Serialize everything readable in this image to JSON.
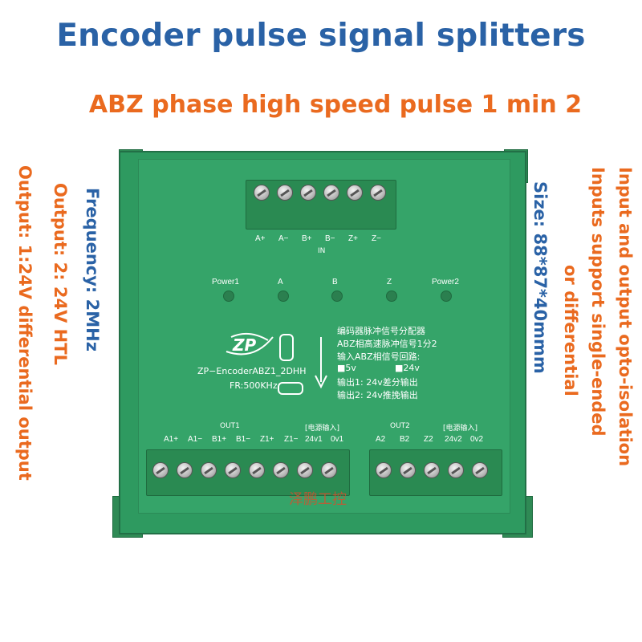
{
  "heading": {
    "title": "Encoder pulse signal splitters",
    "subtitle": "ABZ phase high speed pulse 1 min 2"
  },
  "left_specs": [
    "Output: 1:24V differential output",
    "Output: 2: 24V HTL",
    "Frequency: 2MHz"
  ],
  "right_specs": {
    "size": "Size: 88*87*40mmm",
    "input_line1": "Input and output opto-isolation",
    "input_line2": "Inputs support single-ended",
    "input_line3": "or differential"
  },
  "board": {
    "input_pins": [
      "A+",
      "A−",
      "B+",
      "B−",
      "Z+",
      "Z−"
    ],
    "input_tag": "IN",
    "leds": [
      "Power1",
      "A",
      "B",
      "Z",
      "Power2"
    ],
    "logo": "ZP",
    "model": "ZP−EncoderABZ1_2DHH",
    "freq": "FR:500KHz",
    "silk_cn": [
      "编码器脉冲信号分配器",
      "ABZ相高速脉冲信号1分2",
      "输入ABZ相信号回路:"
    ],
    "opt_5v": "■5v",
    "opt_24v": "■24v",
    "out_desc": [
      "输出1: 24v差分输出",
      "输出2: 24v推挽输出"
    ],
    "out1_tag": "OUT1",
    "out1_power": "[电源输入]",
    "out1_pins": [
      "A1+",
      "A1−",
      "B1+",
      "B1−",
      "Z1+",
      "Z1−",
      "24v1",
      "0v1"
    ],
    "out2_tag": "OUT2",
    "out2_power": "[电源输入]",
    "out2_pins": [
      "A2",
      "B2",
      "Z2",
      "24v2",
      "0v2"
    ],
    "watermark": "泽鹏工控"
  },
  "colors": {
    "title": "#2a62a6",
    "accent": "#ea6a1f",
    "pcb": "#2e9a60"
  }
}
